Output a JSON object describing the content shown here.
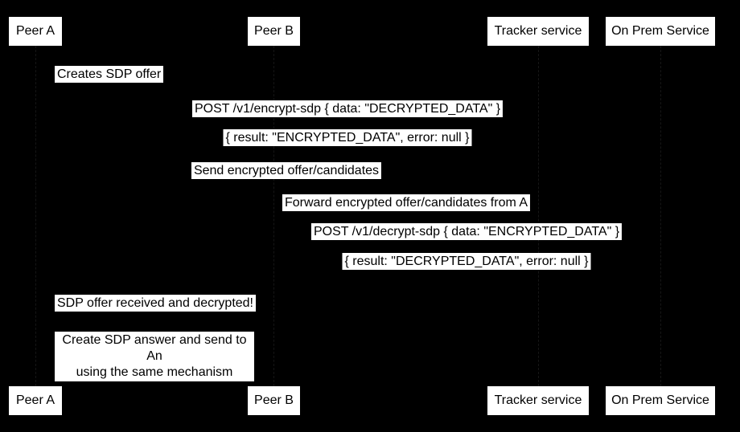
{
  "diagram": {
    "type": "sequence",
    "colors": {
      "background": "#000000",
      "box_fill": "#ffffff",
      "text": "#000000"
    }
  },
  "participants": [
    {
      "label": "Peer A"
    },
    {
      "label": "Peer B"
    },
    {
      "label": "Tracker service"
    },
    {
      "label": "On Prem Service"
    }
  ],
  "messages": [
    {
      "label": "Creates SDP offer"
    },
    {
      "label": "POST /v1/encrypt-sdp { data: \"DECRYPTED_DATA\" }"
    },
    {
      "label": "{ result: \"ENCRYPTED_DATA\", error: null }"
    },
    {
      "label": "Send encrypted offer/candidates"
    },
    {
      "label": "Forward encrypted offer/candidates from A"
    },
    {
      "label": "POST /v1/decrypt-sdp { data: \"ENCRYPTED_DATA\" }"
    },
    {
      "label": "{ result: \"DECRYPTED_DATA\", error: null }"
    },
    {
      "label": "SDP offer received and decrypted!"
    }
  ],
  "note": {
    "line1": "Create SDP answer and send to An",
    "line2": "using the same mechanism"
  }
}
